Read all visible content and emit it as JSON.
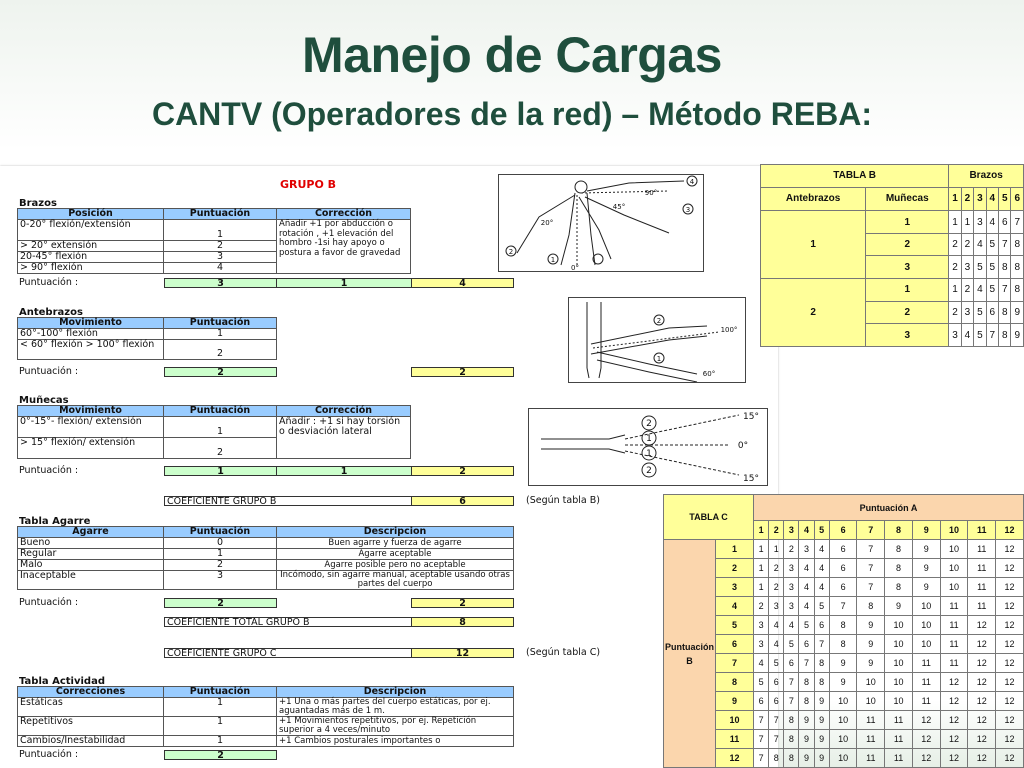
{
  "title": "Manejo de Cargas",
  "subtitle": "CANTV (Operadores de la red) – Método REBA:",
  "sheet": {
    "grupo_b": "GRUPO B",
    "brazos": {
      "heading": "Brazos",
      "headers": [
        "Posición",
        "Puntuación",
        "Corrección"
      ],
      "rows": [
        {
          "pos": "0-20° flexión/extensión",
          "punt": "1"
        },
        {
          "pos": "> 20° extensión",
          "punt": "2"
        },
        {
          "pos": "20-45° flexión",
          "punt": "3"
        },
        {
          "pos": "> 90° flexión",
          "punt": "4"
        }
      ],
      "correccion": "Añadir +1 por abducción o rotación , +1 elevación del hombro -1si hay apoyo o postura a favor de gravedad",
      "punt_label": "Puntuación :",
      "scores": [
        "3",
        "1",
        "4"
      ]
    },
    "antebrazos": {
      "heading": "Antebrazos",
      "headers": [
        "Movimiento",
        "Puntuación"
      ],
      "rows": [
        {
          "mov": "60°-100° flexión",
          "punt": "1"
        },
        {
          "mov": "< 60° flexión > 100° flexión",
          "punt": "2"
        }
      ],
      "punt_label": "Puntuación :",
      "scores": [
        "2",
        "2"
      ]
    },
    "munecas": {
      "heading": "Muñecas",
      "headers": [
        "Movimiento",
        "Puntuación",
        "Corrección"
      ],
      "rows": [
        {
          "mov": "0°-15°- flexión/ extensión",
          "punt": "1"
        },
        {
          "mov": "> 15° flexión/ extensión",
          "punt": "2"
        }
      ],
      "correccion": "Añadir : +1 si hay torsión o desviación lateral",
      "punt_label": "Puntuación :",
      "scores": [
        "1",
        "1",
        "2"
      ]
    },
    "coef_b": {
      "label": "COEFICIENTE GRUPO B",
      "value": "6",
      "note": "(Según tabla B)"
    },
    "agarre": {
      "heading": "Tabla Agarre",
      "headers": [
        "Agarre",
        "Puntuación",
        "Descripcion"
      ],
      "rows": [
        {
          "a": "Bueno",
          "p": "0",
          "d": "Buen agarre y fuerza de agarre"
        },
        {
          "a": "Regular",
          "p": "1",
          "d": "Agarre aceptable"
        },
        {
          "a": "Malo",
          "p": "2",
          "d": "Agarre posible pero no aceptable"
        },
        {
          "a": "Inaceptable",
          "p": "3",
          "d": "Incómodo, sin agarre manual, aceptable usando otras partes del cuerpo"
        }
      ],
      "punt_label": "Puntuación :",
      "scores": [
        "2",
        "2"
      ]
    },
    "coef_total_b": {
      "label": "COEFICIENTE TOTAL GRUPO B",
      "value": "8"
    },
    "coef_c": {
      "label": "COEFICIENTE GRUPO C",
      "value": "12",
      "note": "(Según tabla C)"
    },
    "actividad": {
      "heading": "Tabla Actividad",
      "headers": [
        "Correcciones",
        "Puntuación",
        "Descripcion"
      ],
      "rows": [
        {
          "c": "Estáticas",
          "p": "1",
          "d": "+1 Una o más partes del cuerpo estáticas, por ej. aguantadas más de 1 m."
        },
        {
          "c": "Repetitivos",
          "p": "1",
          "d": "+1 Movimientos repetitivos, por ej. Repetición superior a 4 veces/minuto"
        },
        {
          "c": "Cambios/Inestabilidad",
          "p": "1",
          "d": "+1 Cambios posturales importantes o"
        }
      ],
      "punt_label": "Puntuación :",
      "score": "2"
    },
    "figures": {
      "arm": {
        "labels": [
          "90°",
          "45°",
          "20°",
          "0°",
          "1",
          "2",
          "3",
          "4"
        ]
      },
      "forearm": {
        "labels": [
          "100°",
          "60°",
          "1",
          "2"
        ]
      },
      "wrist": {
        "labels": [
          "15°",
          "0°",
          "15°",
          "1",
          "1",
          "2",
          "2"
        ]
      }
    }
  },
  "tabla_b": {
    "title": "TABLA B",
    "brazos": "Brazos",
    "col_antebrazos": "Antebrazos",
    "col_munecas": "Muñecas",
    "brazo_cols": [
      "1",
      "2",
      "3",
      "4",
      "5",
      "6"
    ],
    "groups": [
      {
        "antebrazo": "1",
        "rows": [
          {
            "muneca": "1",
            "vals": [
              "1",
              "1",
              "3",
              "4",
              "6",
              "7"
            ]
          },
          {
            "muneca": "2",
            "vals": [
              "2",
              "2",
              "4",
              "5",
              "7",
              "8"
            ]
          },
          {
            "muneca": "3",
            "vals": [
              "2",
              "3",
              "5",
              "5",
              "8",
              "8"
            ]
          }
        ]
      },
      {
        "antebrazo": "2",
        "rows": [
          {
            "muneca": "1",
            "vals": [
              "1",
              "2",
              "4",
              "5",
              "7",
              "8"
            ]
          },
          {
            "muneca": "2",
            "vals": [
              "2",
              "3",
              "5",
              "6",
              "8",
              "9"
            ]
          },
          {
            "muneca": "3",
            "vals": [
              "3",
              "4",
              "5",
              "7",
              "8",
              "9"
            ]
          }
        ]
      }
    ]
  },
  "tabla_c": {
    "title": "TABLA C",
    "puntuacion_a": "Puntuación A",
    "puntuacion_b": "Puntuación B",
    "cols": [
      "1",
      "2",
      "3",
      "4",
      "5",
      "6",
      "7",
      "8",
      "9",
      "10",
      "11",
      "12"
    ],
    "rows": [
      {
        "b": "1",
        "vals": [
          "1",
          "1",
          "2",
          "3",
          "4",
          "6",
          "7",
          "8",
          "9",
          "10",
          "11",
          "12"
        ]
      },
      {
        "b": "2",
        "vals": [
          "1",
          "2",
          "3",
          "4",
          "4",
          "6",
          "7",
          "8",
          "9",
          "10",
          "11",
          "12"
        ]
      },
      {
        "b": "3",
        "vals": [
          "1",
          "2",
          "3",
          "4",
          "4",
          "6",
          "7",
          "8",
          "9",
          "10",
          "11",
          "12"
        ]
      },
      {
        "b": "4",
        "vals": [
          "2",
          "3",
          "3",
          "4",
          "5",
          "7",
          "8",
          "9",
          "10",
          "11",
          "11",
          "12"
        ]
      },
      {
        "b": "5",
        "vals": [
          "3",
          "4",
          "4",
          "5",
          "6",
          "8",
          "9",
          "10",
          "10",
          "11",
          "12",
          "12"
        ]
      },
      {
        "b": "6",
        "vals": [
          "3",
          "4",
          "5",
          "6",
          "7",
          "8",
          "9",
          "10",
          "10",
          "11",
          "12",
          "12"
        ]
      },
      {
        "b": "7",
        "vals": [
          "4",
          "5",
          "6",
          "7",
          "8",
          "9",
          "9",
          "10",
          "11",
          "11",
          "12",
          "12"
        ]
      },
      {
        "b": "8",
        "vals": [
          "5",
          "6",
          "7",
          "8",
          "8",
          "9",
          "10",
          "10",
          "11",
          "12",
          "12",
          "12"
        ]
      },
      {
        "b": "9",
        "vals": [
          "6",
          "6",
          "7",
          "8",
          "9",
          "10",
          "10",
          "10",
          "11",
          "12",
          "12",
          "12"
        ]
      },
      {
        "b": "10",
        "vals": [
          "7",
          "7",
          "8",
          "9",
          "9",
          "10",
          "11",
          "11",
          "12",
          "12",
          "12",
          "12"
        ]
      },
      {
        "b": "11",
        "vals": [
          "7",
          "7",
          "8",
          "9",
          "9",
          "10",
          "11",
          "11",
          "12",
          "12",
          "12",
          "12"
        ]
      },
      {
        "b": "12",
        "vals": [
          "7",
          "8",
          "8",
          "9",
          "9",
          "10",
          "11",
          "11",
          "12",
          "12",
          "12",
          "12"
        ]
      }
    ]
  }
}
